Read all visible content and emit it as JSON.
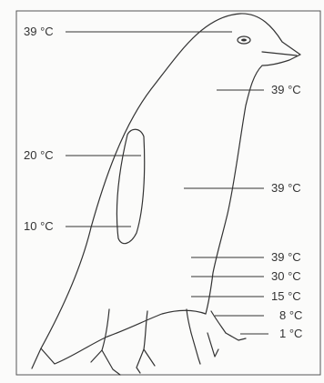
{
  "diagram": {
    "subject": "penguin",
    "labels": [
      {
        "id": "head",
        "text": "39 °C"
      },
      {
        "id": "neck",
        "text": "39 °C"
      },
      {
        "id": "flipper-upper",
        "text": "20 °C"
      },
      {
        "id": "body",
        "text": "39 °C"
      },
      {
        "id": "flipper-tip",
        "text": "10 °C"
      },
      {
        "id": "upper-leg",
        "text": "39 °C"
      },
      {
        "id": "mid-leg",
        "text": "30 °C"
      },
      {
        "id": "lower-leg",
        "text": "15 °C"
      },
      {
        "id": "ankle",
        "text": "8 °C"
      },
      {
        "id": "foot",
        "text": "1 °C"
      }
    ]
  },
  "colors": {
    "ink": "#333333",
    "background": "#fbfbfa",
    "frame": "#555555"
  }
}
